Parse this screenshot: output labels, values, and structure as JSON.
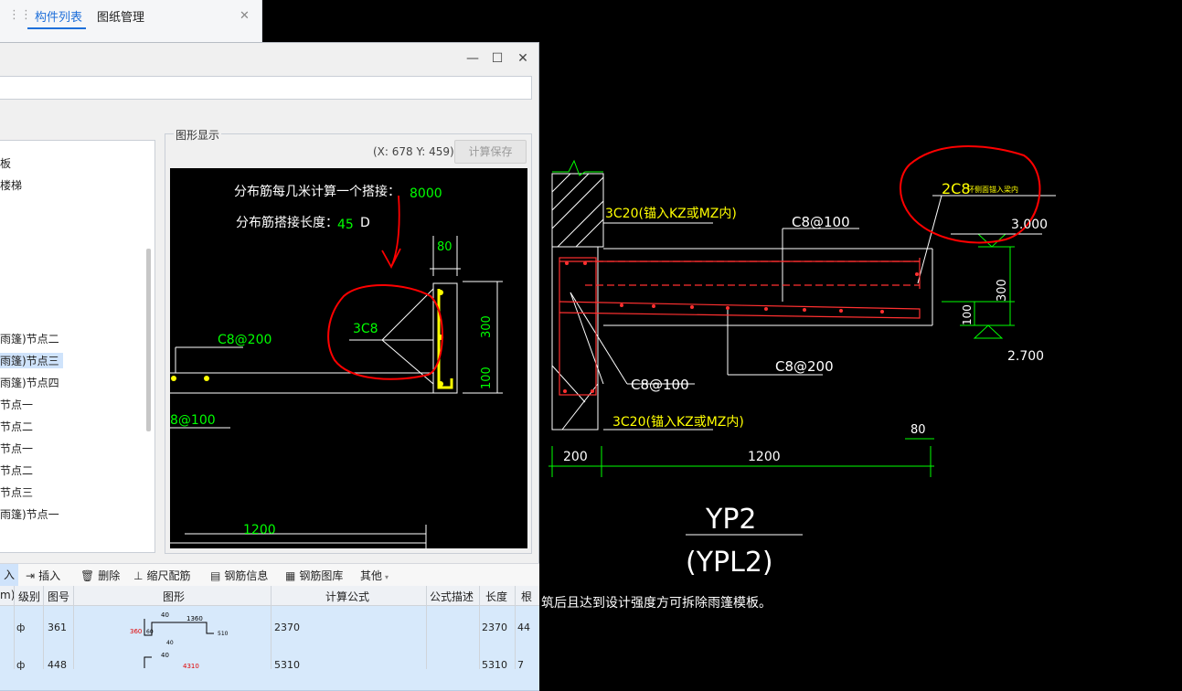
{
  "top_tabs": [
    "构件列表",
    "图纸管理"
  ],
  "close_glyph": "✕",
  "window_controls": {
    "minimize": "—",
    "maximize": "☐",
    "close": "✕"
  },
  "tree_items": [
    "板",
    "楼梯",
    "雨篷)节点二",
    "雨篷)节点三",
    "雨篷)节点四",
    "节点一",
    "节点二",
    "节点一",
    "节点二",
    "节点三",
    "雨篷)节点一"
  ],
  "tree_selected_index": 3,
  "graphic_group_label": "图形显示",
  "coordinates": "(X: 678 Y: 459)",
  "calc_save_label": "计算保存",
  "drawing": {
    "spacing_label": "分布筋每几米计算一个搭接：",
    "spacing_value": "8000",
    "lap_label": "分布筋搭接长度：",
    "lap_value": "45",
    "lap_unit": "D",
    "dim_80": "80",
    "bar_3c8": "3C8",
    "dim_300": "300",
    "dim_100": "100",
    "c8_200": "C8@200",
    "c8_100_partial": "8@100",
    "dim_1200": "1200"
  },
  "toolbar": {
    "insert_partial": "入",
    "insert": "插入",
    "delete": "删除",
    "scale_rebar": "缩尺配筋",
    "rebar_info": "钢筋信息",
    "rebar_library": "钢筋图库",
    "other": "其他"
  },
  "table": {
    "headers": [
      "m)",
      "级别",
      "图号",
      "图形",
      "计算公式",
      "公式描述",
      "长度",
      "根"
    ],
    "rows": [
      {
        "grade": "ф",
        "code": "361",
        "shape_top": "40",
        "shape_left": "360",
        "shape_mid": "60",
        "shape_len": "1360",
        "shape_right": "510",
        "shape_bot": "40",
        "formula": "2370",
        "length": "2370",
        "count": "44"
      },
      {
        "grade": "ф",
        "code": "448",
        "shape_top": "40",
        "shape_left": "",
        "shape_mid": "",
        "shape_len": "4310",
        "shape_right": "",
        "shape_bot": "",
        "formula": "5310",
        "length": "5310",
        "count": "7"
      }
    ]
  },
  "cad": {
    "c3_20_top": "3C20(锚入KZ或MZ内)",
    "c3_20_bot": "3C20(锚入KZ或MZ内)",
    "c8_100_top": "C8@100",
    "c8_100_mid": "C8@100",
    "c8_200": "C8@200",
    "c2_8": "2C8",
    "c2_8_note": "环侧面锚入梁内",
    "elev_top": "3.000",
    "elev_bot": "2.700",
    "dim_300": "300",
    "dim_100": "100",
    "dim_80": "80",
    "dim_200": "200",
    "dim_1200": "1200",
    "title": "YP2",
    "subtitle": "(YPL2)",
    "note": "筑后且达到设计强度方可拆除雨篷模板。"
  }
}
